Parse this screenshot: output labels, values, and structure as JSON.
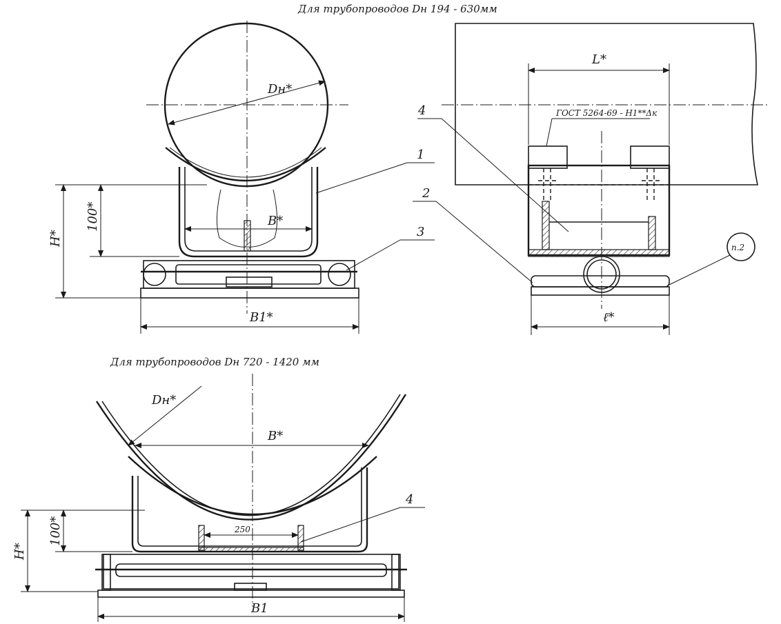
{
  "drawing": {
    "title_top": "Для   трубопроводов  Dн 194 - 630мм",
    "title_bottom": "Для   трубопроводов  Dн  720 - 1420 мм",
    "top_left": {
      "dia_label": "Dн*",
      "part1": "1",
      "part3": "3",
      "h_label": "H*",
      "h100_label": "100*",
      "b_label": "B*",
      "b1_label": "B1*"
    },
    "top_right": {
      "l_label": "L*",
      "gost_label": "ГОСТ 5264-69 - Н1**Δк",
      "part4": "4",
      "part2": "2",
      "p2_label": "п.2",
      "lsmall_label": "ℓ*"
    },
    "bottom": {
      "dia_label": "Dн*",
      "b_label": "B*",
      "part4": "4",
      "dim250": "250",
      "h_label": "H*",
      "h100_label": "100*",
      "b1_label": "B1"
    }
  }
}
